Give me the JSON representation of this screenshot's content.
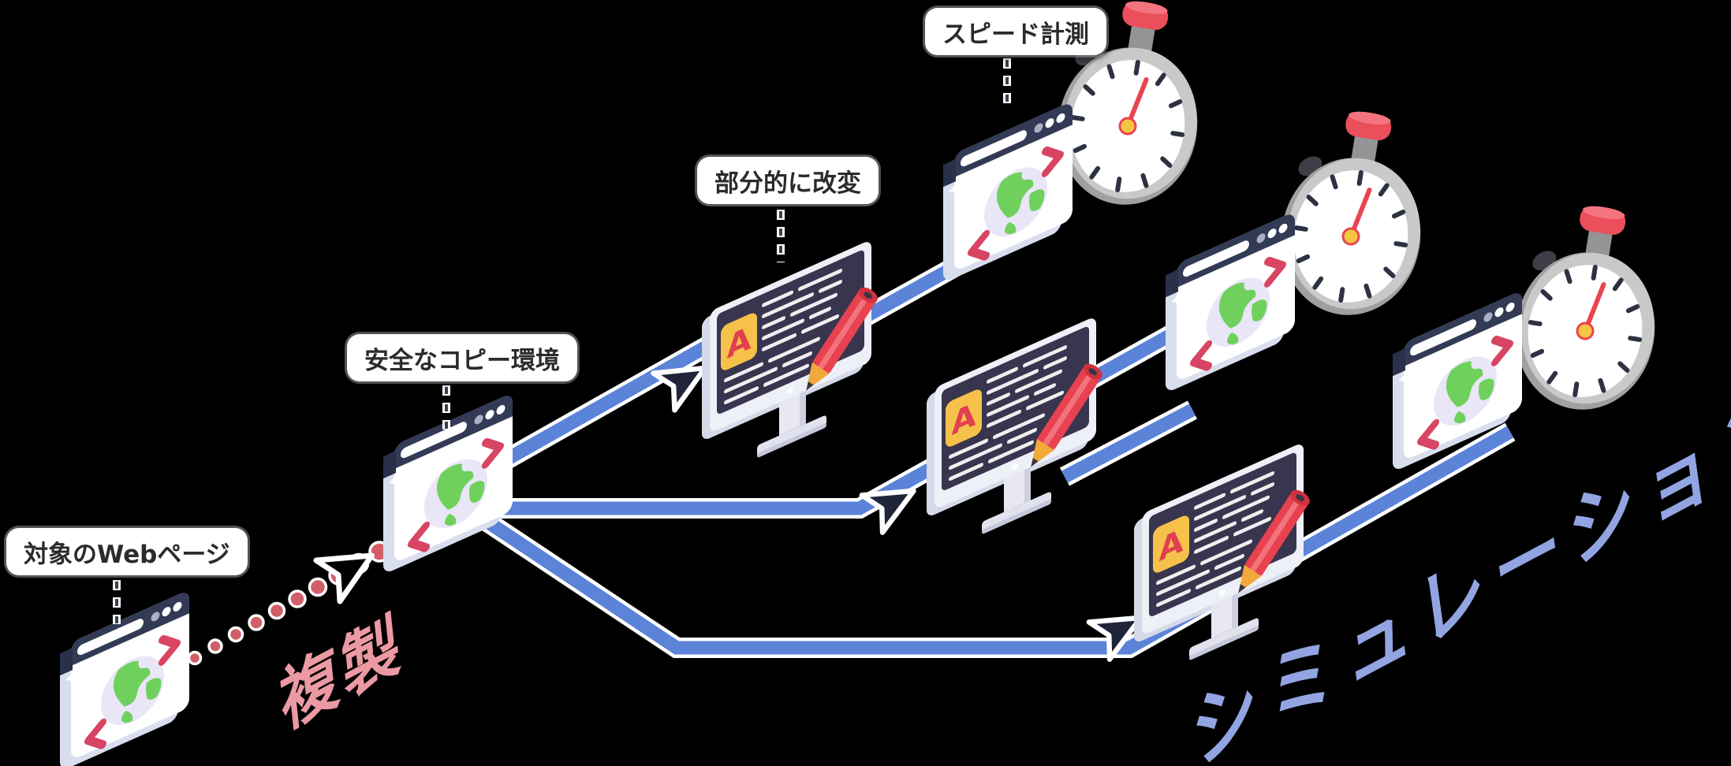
{
  "diagram": {
    "title_none": "",
    "labels": {
      "target": "対象のWebページ",
      "safe_copy": "安全なコピー環境",
      "partial_edit": "部分的に改変",
      "speed_measure": "スピード計測"
    },
    "annotations": {
      "duplicate": "複製",
      "simulation": "シミュレーション"
    },
    "badge_letter": "A",
    "colors": {
      "background": "#000000",
      "line_blue": "#5b84d8",
      "line_casing": "#ffffff",
      "arrow_fill_navy": "#1f2438",
      "trail_dot_red": "#d05f69",
      "duplicate_text": "#eb99a3",
      "simulation_text": "#92a5e2",
      "label_bg": "#ffffff",
      "label_text": "#2b2b2b",
      "browser_header_navy": "#323a55",
      "globe_green": "#6fd15c",
      "globe_ocean": "#e9e6f8",
      "bracket_red": "#d84563",
      "screen_navy": "#39354e",
      "badge_yellow": "#f6c14b",
      "badge_letter_red": "#e23f4f",
      "pencil_red": "#e8414f",
      "pencil_wood_yellow": "#f2a93b",
      "watch_ring_gray": "#a0a0a0",
      "watch_tick_navy": "#2d3243",
      "watch_needle_red": "#e84450",
      "watch_hub_yellow": "#f6c642",
      "watch_button_red": "#ea4f5b"
    },
    "icons": [
      "browser-window-icon",
      "globe-icon",
      "stopwatch-icon",
      "edit-monitor-icon",
      "pencil-icon",
      "arrowhead-icon",
      "dotted-trail-icon",
      "sparkle-icon"
    ]
  }
}
